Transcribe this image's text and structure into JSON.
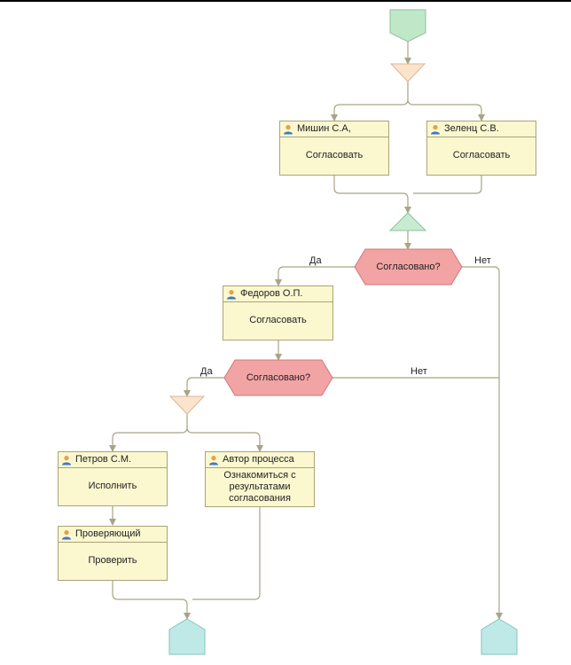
{
  "colors": {
    "start": "#bfe8c8",
    "split": "#fbe3cc",
    "join": "#c8ecd2",
    "condition": "#f2a3a3",
    "task": "#fbf7cf",
    "end": "#bfe9e7",
    "line": "#a8a486"
  },
  "tasks": {
    "mishin": {
      "performer": "Мишин С.А,",
      "action": "Согласовать"
    },
    "zelenc": {
      "performer": "Зеленц С.В.",
      "action": "Согласовать"
    },
    "fedorov": {
      "performer": "Федоров О.П.",
      "action": "Согласовать"
    },
    "petrov": {
      "performer": "Петров С.М.",
      "action": "Исполнить"
    },
    "author": {
      "performer": "Автор процесса",
      "action": "Ознакомиться с результатами согласования"
    },
    "checker": {
      "performer": "Проверяющий",
      "action": "Проверить"
    }
  },
  "conditions": {
    "cond1": {
      "label": "Согласовано?",
      "yes": "Да",
      "no": "Нет"
    },
    "cond2": {
      "label": "Согласовано?",
      "yes": "Да",
      "no": "Нет"
    }
  },
  "icons": {
    "performer": "user-icon"
  }
}
